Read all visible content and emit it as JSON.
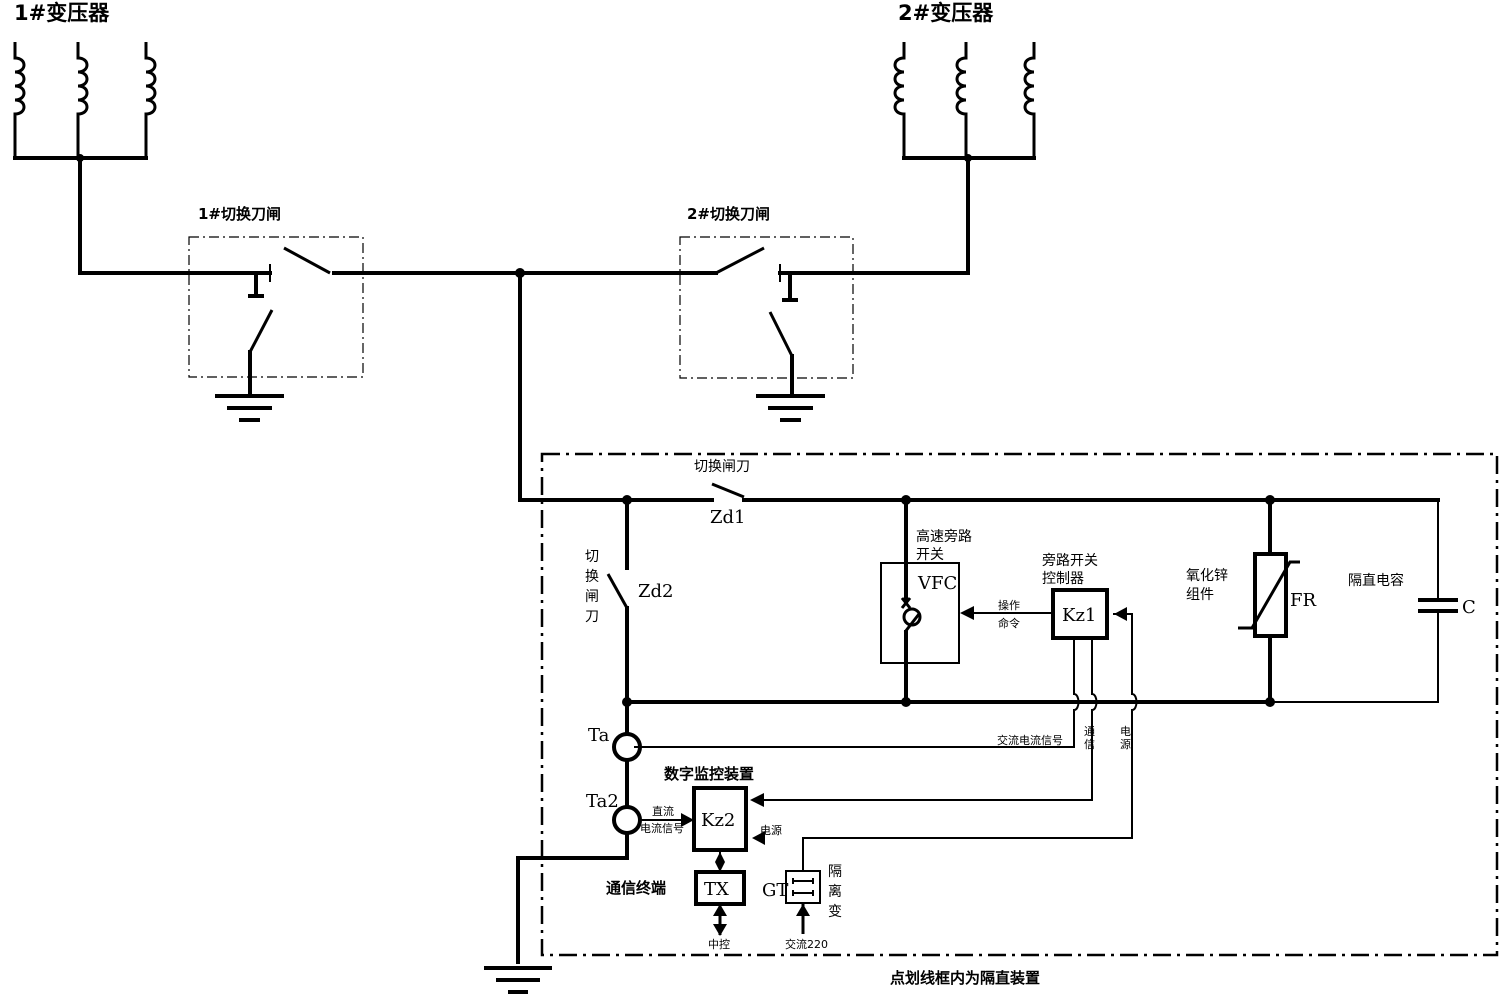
{
  "labels": {
    "transformer1": "1#变压器",
    "transformer2": "2#变压器",
    "switch1": "1#切换刀闸",
    "switch2": "2#切换刀闸",
    "zd1_caption": "切换闸刀",
    "zd1": "Zd1",
    "zd2_caption": [
      "切",
      "换",
      "闸",
      "刀"
    ],
    "zd2": "Zd2",
    "bypass_switch": [
      "高速旁路",
      "开关"
    ],
    "vfc": "VFC",
    "bypass_controller": [
      "旁路开关",
      "控制器"
    ],
    "kz1": "Kz1",
    "operate_cmd": [
      "操作",
      "命令"
    ],
    "zno": [
      "氧化锌",
      "组件"
    ],
    "fr": "FR",
    "cap_caption": "隔直电容",
    "cap": "C",
    "ta": "Ta",
    "ta2": "Ta2",
    "ac_signal": "交流电流信号",
    "comm": [
      "通",
      "信"
    ],
    "power_v": [
      "电",
      "源"
    ],
    "monitor": "数字监控装置",
    "kz2": "Kz2",
    "dc_signal": [
      "直流",
      "电流信号"
    ],
    "power": "电源",
    "comm_terminal": "通信终端",
    "tx": "TX",
    "central": "中控",
    "gt": "GT",
    "isolation_tf": [
      "隔",
      "离",
      "变"
    ],
    "ac220": "交流220",
    "caption": "点划线框内为隔直装置"
  }
}
